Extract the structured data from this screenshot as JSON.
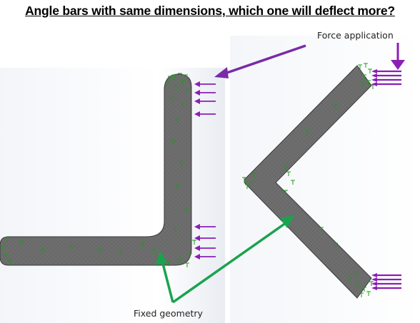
{
  "title": "Angle bars with same dimensions, which one will deflect more?",
  "labels": {
    "force_application": "Force application",
    "fixed_geometry": "Fixed geometry"
  },
  "colors": {
    "bar_fill": "#6e6e6e",
    "fixture_green": "#1e9a1e",
    "force_purple": "#8a1fb5",
    "pointer_arrow_purple": "#7a2aa8",
    "pointer_arrow_green": "#1aa34f"
  }
}
